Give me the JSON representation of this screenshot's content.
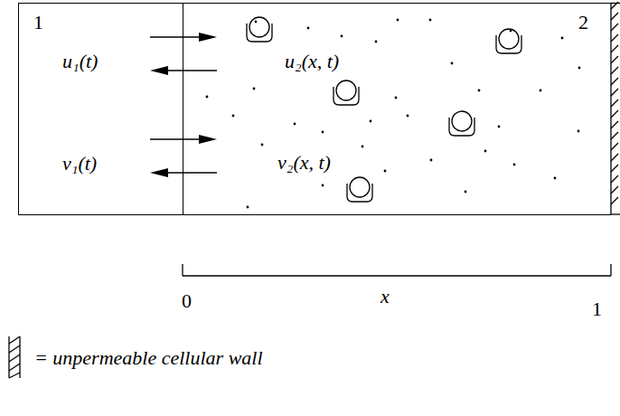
{
  "diagram": {
    "nodes": [
      {
        "text": [
          "1",
          "u₁(t)",
          "v₁(t)"
        ]
      },
      {
        "text": [
          "2",
          "u₂(x, t)",
          "v₂(x, t)"
        ]
      }
    ],
    "edges": [
      {
        "from": 0,
        "to": 1,
        "arrow": "to"
      },
      {
        "from": 1,
        "to": 0,
        "arrow": "to"
      },
      {
        "from": 0,
        "to": 1,
        "arrow": "to"
      },
      {
        "from": 1,
        "to": 0,
        "arrow": "to"
      }
    ],
    "labels": [
      "0",
      "x",
      "1"
    ],
    "legend": [
      {
        "text": "= unpermeable cellular wall"
      }
    ]
  }
}
